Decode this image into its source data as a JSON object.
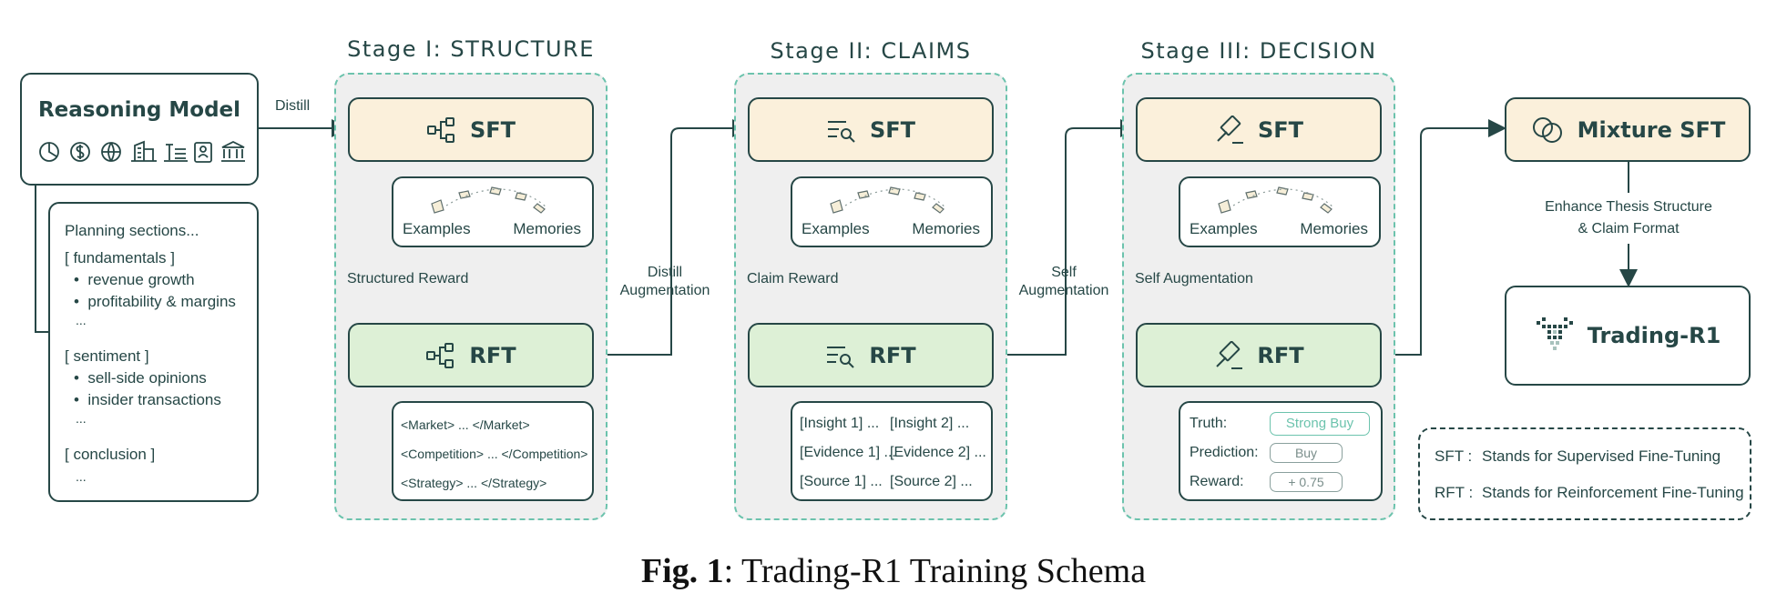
{
  "reasoning_model": {
    "title": "Reasoning Model"
  },
  "distill_label": "Distill",
  "planning": {
    "title": "Planning sections...",
    "groups": [
      {
        "header": "[ fundamentals ]",
        "items": [
          "revenue growth",
          "profitability & margins"
        ],
        "ellipsis": "..."
      },
      {
        "header": "[ sentiment ]",
        "items": [
          "sell-side opinions",
          "insider transactions"
        ],
        "ellipsis": "..."
      },
      {
        "header": "[ conclusion ]",
        "items": [],
        "ellipsis": "..."
      }
    ]
  },
  "stages": [
    {
      "title": "Stage I: STRUCTURE",
      "sft": "SFT",
      "rft": "RFT",
      "examples": "Examples",
      "memories": "Memories",
      "reward_label": "Structured Reward",
      "output_lines": [
        "<Market> ... </Market>",
        "<Competition> ... </Competition>",
        "<Strategy> ... </Strategy>"
      ]
    },
    {
      "title": "Stage II: CLAIMS",
      "sft": "SFT",
      "rft": "RFT",
      "examples": "Examples",
      "memories": "Memories",
      "reward_label": "Claim Reward",
      "output_grid": [
        [
          "[Insight  1] ...",
          "[Insight 2] ..."
        ],
        [
          "[Evidence 1] ...",
          "[Evidence 2] ..."
        ],
        [
          "[Source 1] ...",
          "[Source 2] ..."
        ]
      ]
    },
    {
      "title": "Stage III: DECISION",
      "sft": "SFT",
      "rft": "RFT",
      "examples": "Examples",
      "memories": "Memories",
      "reward_label": "Self Augmentation",
      "decision": {
        "truth_label": "Truth:",
        "truth_value": "Strong Buy",
        "prediction_label": "Prediction:",
        "prediction_value": "Buy",
        "reward_label": "Reward:",
        "reward_value": "+ 0.75"
      }
    }
  ],
  "between": [
    {
      "line1": "Distill",
      "line2": "Augmentation"
    },
    {
      "line1": "Self",
      "line2": "Augmentation"
    }
  ],
  "mixture": {
    "title": "Mixture SFT"
  },
  "enhance": {
    "line1": "Enhance Thesis Structure",
    "line2": "& Claim Format"
  },
  "trading": {
    "title": "Trading-R1"
  },
  "legend": {
    "sft_key": "SFT :",
    "sft_text": "Stands for Supervised Fine-Tuning",
    "rft_key": "RFT :",
    "rft_text": "Stands for Reinforcement Fine-Tuning"
  },
  "caption": {
    "bold": "Fig. 1",
    "rest": ": Trading-R1 Training Schema"
  },
  "colors": {
    "dark": "#264746",
    "sft_fill": "#fbf0db",
    "rft_fill": "#ddf0d6",
    "stage_border": "#6cc3ad",
    "stage_fill": "#efefef"
  }
}
